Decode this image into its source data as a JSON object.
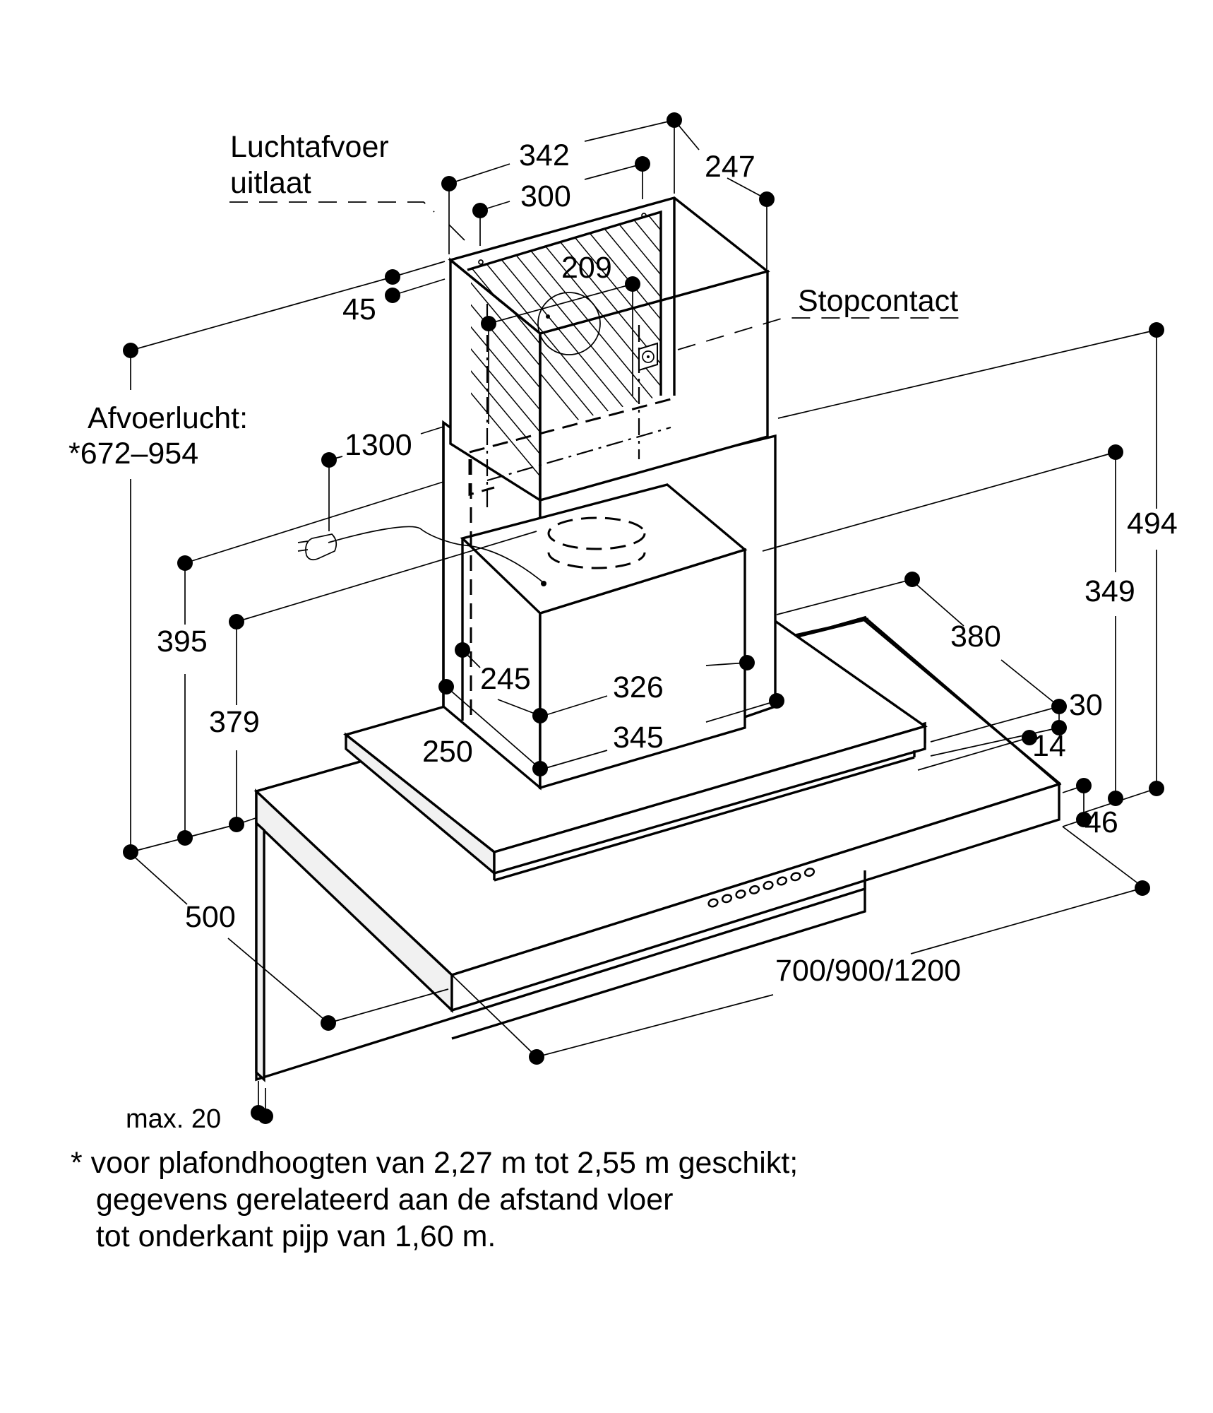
{
  "diagram": {
    "type": "isometric installation dimension drawing",
    "subject": "wall-mounted chimney cooker hood",
    "units": "mm",
    "labels": {
      "air_outlet": [
        "Luchtafvoer",
        "uitlaat"
      ],
      "socket": "Stopcontact",
      "exhaust_air": [
        "Afvoerlucht:",
        "*672–954"
      ]
    },
    "dimensions": {
      "d342": "342",
      "d300": "300",
      "d247": "247",
      "d209": "209",
      "d45": "45",
      "d1300": "1300",
      "d395": "395",
      "d379": "379",
      "d245": "245",
      "d326": "326",
      "d345": "345",
      "d250": "250",
      "d494": "494",
      "d349": "349",
      "d380": "380",
      "d30": "30",
      "d14": "14",
      "d46": "46",
      "d500": "500",
      "width": "700/900/1200",
      "max20": "max. 20"
    },
    "control_buttons": 8
  },
  "footnote": [
    "* voor plafondhoogten van 2,27 m tot 2,55 m geschikt;",
    "   gegevens gerelateerd aan de afstand vloer",
    "   tot onderkant pijp van 1,60 m."
  ]
}
